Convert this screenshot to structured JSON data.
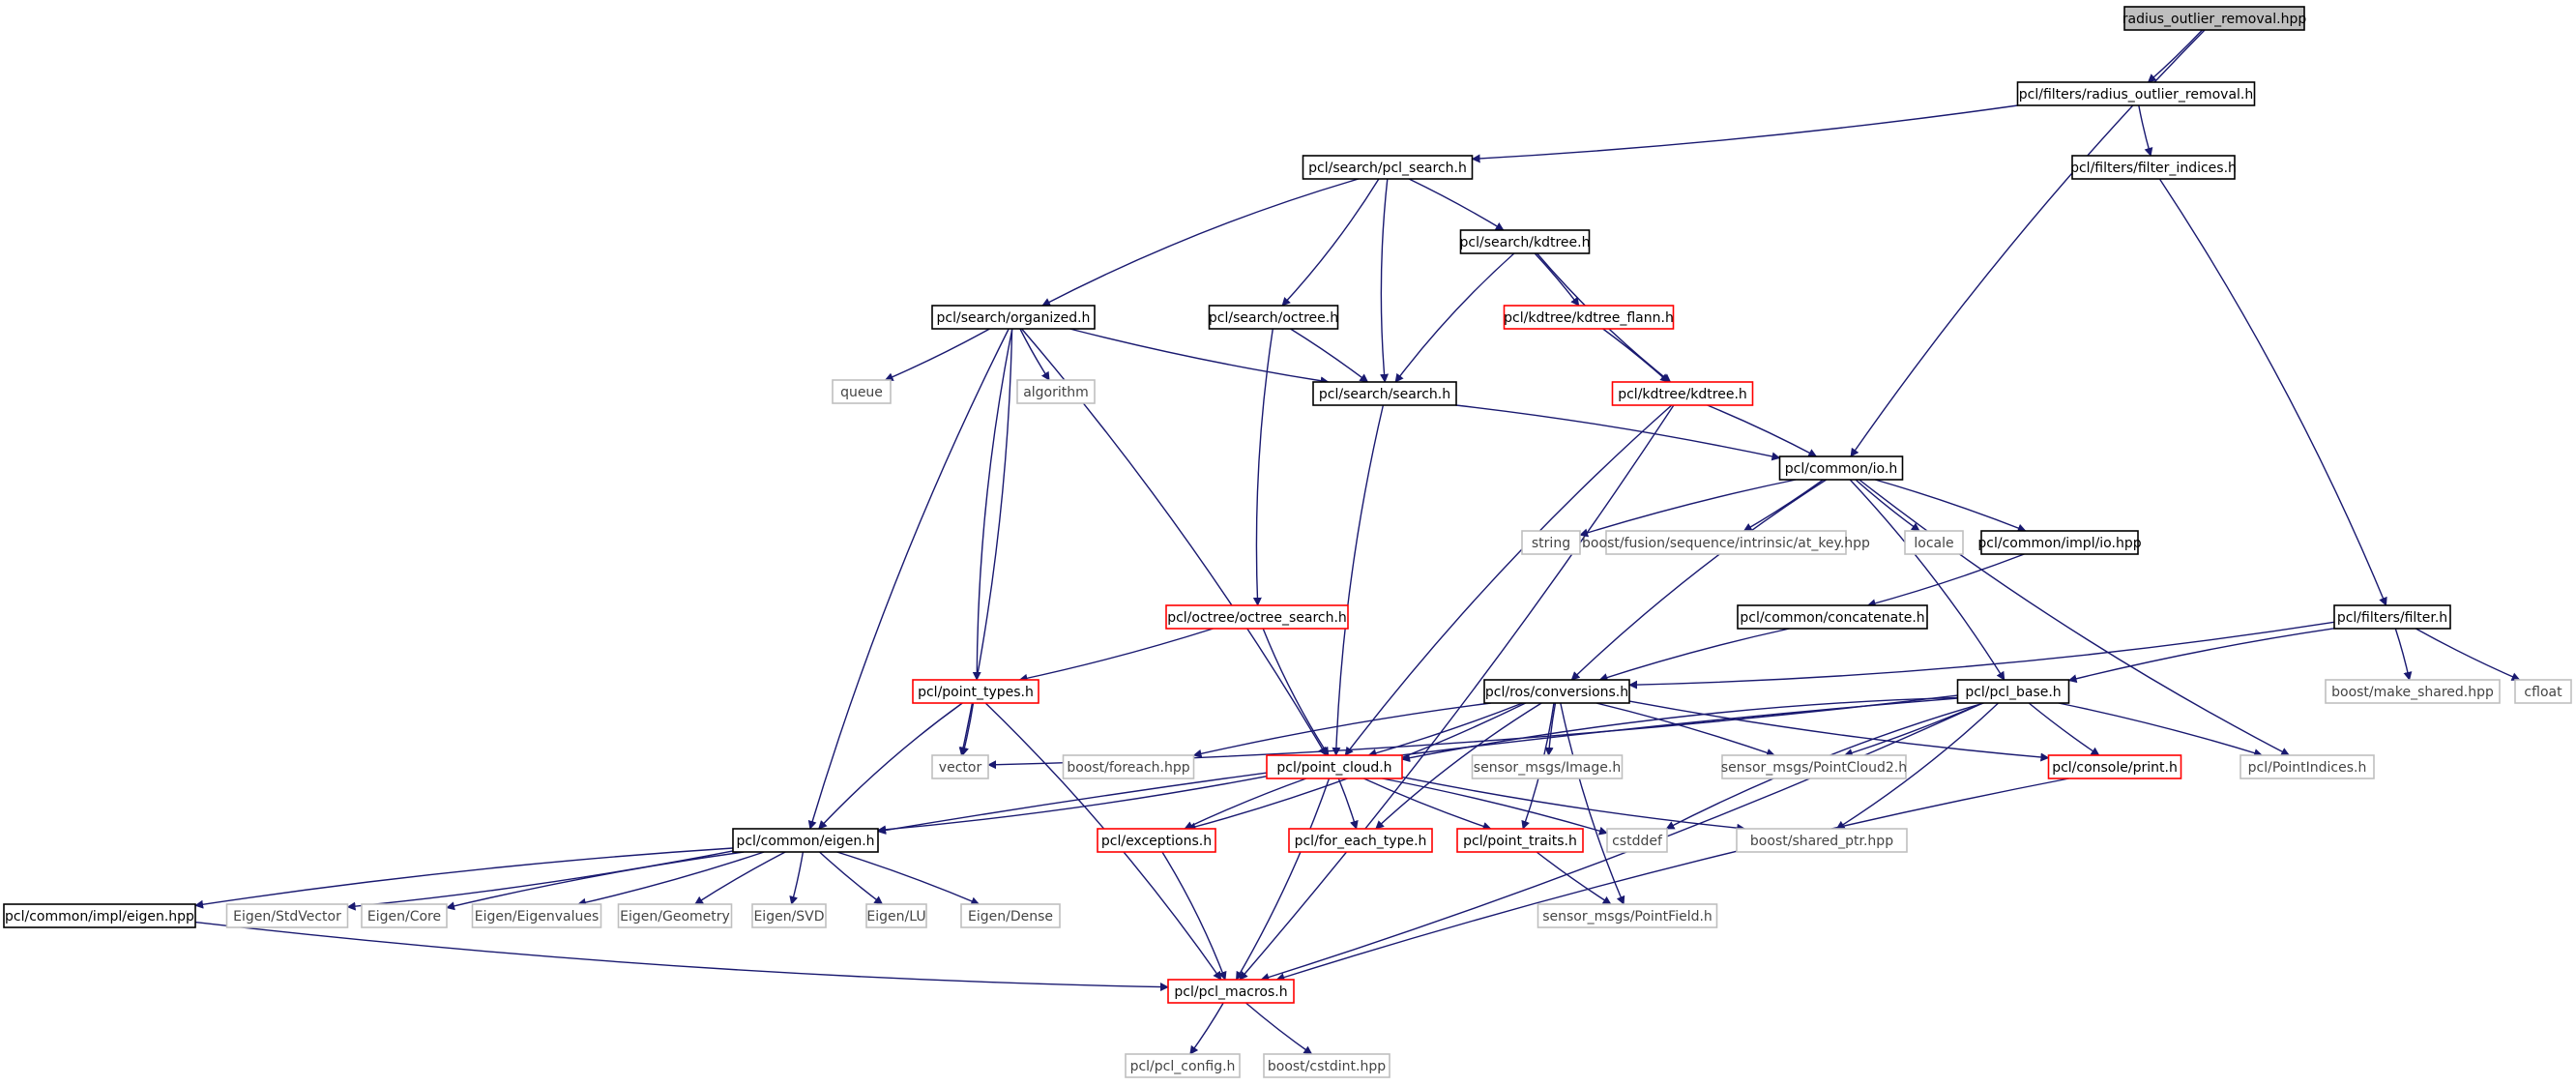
{
  "colors": {
    "edge": "#191970",
    "root_fill": "#bfbfbf",
    "black_border": "#000000",
    "red_border": "#ff0000",
    "grey_border": "#bfbfbf"
  },
  "nodes": [
    {
      "id": "root",
      "label": "radius_outlier_removal.hpp",
      "style": "root"
    },
    {
      "id": "filters_ror",
      "label": "pcl/filters/radius_outlier_removal.h",
      "style": "black"
    },
    {
      "id": "search_pcl_search",
      "label": "pcl/search/pcl_search.h",
      "style": "black"
    },
    {
      "id": "filter_indices",
      "label": "pcl/filters/filter_indices.h",
      "style": "black"
    },
    {
      "id": "kdtree",
      "label": "pcl/search/kdtree.h",
      "style": "black"
    },
    {
      "id": "organized",
      "label": "pcl/search/organized.h",
      "style": "black"
    },
    {
      "id": "search_octree",
      "label": "pcl/search/octree.h",
      "style": "black"
    },
    {
      "id": "kdtree_flann",
      "label": "pcl/kdtree/kdtree_flann.h",
      "style": "red"
    },
    {
      "id": "search_search",
      "label": "pcl/search/search.h",
      "style": "black"
    },
    {
      "id": "kdtree_kdtree",
      "label": "pcl/kdtree/kdtree.h",
      "style": "red"
    },
    {
      "id": "queue",
      "label": "queue",
      "style": "grey"
    },
    {
      "id": "algorithm",
      "label": "algorithm",
      "style": "grey"
    },
    {
      "id": "common_io",
      "label": "pcl/common/io.h",
      "style": "black"
    },
    {
      "id": "string",
      "label": "string",
      "style": "grey"
    },
    {
      "id": "at_key",
      "label": "boost/fusion/sequence/intrinsic/at_key.hpp",
      "style": "grey"
    },
    {
      "id": "locale",
      "label": "locale",
      "style": "grey"
    },
    {
      "id": "impl_io",
      "label": "pcl/common/impl/io.hpp",
      "style": "black"
    },
    {
      "id": "octree_search",
      "label": "pcl/octree/octree_search.h",
      "style": "red"
    },
    {
      "id": "concatenate",
      "label": "pcl/common/concatenate.h",
      "style": "black"
    },
    {
      "id": "filter_h",
      "label": "pcl/filters/filter.h",
      "style": "black"
    },
    {
      "id": "point_types",
      "label": "pcl/point_types.h",
      "style": "red"
    },
    {
      "id": "conversions",
      "label": "pcl/ros/conversions.h",
      "style": "black"
    },
    {
      "id": "pcl_base",
      "label": "pcl/pcl_base.h",
      "style": "black"
    },
    {
      "id": "make_shared",
      "label": "boost/make_shared.hpp",
      "style": "grey"
    },
    {
      "id": "cfloat",
      "label": "cfloat",
      "style": "grey"
    },
    {
      "id": "vector",
      "label": "vector",
      "style": "grey"
    },
    {
      "id": "foreach",
      "label": "boost/foreach.hpp",
      "style": "grey"
    },
    {
      "id": "point_cloud",
      "label": "pcl/point_cloud.h",
      "style": "red"
    },
    {
      "id": "sensor_image",
      "label": "sensor_msgs/Image.h",
      "style": "grey"
    },
    {
      "id": "pointcloud2",
      "label": "sensor_msgs/PointCloud2.h",
      "style": "grey"
    },
    {
      "id": "console_print",
      "label": "pcl/console/print.h",
      "style": "red"
    },
    {
      "id": "point_indices",
      "label": "pcl/PointIndices.h",
      "style": "grey"
    },
    {
      "id": "common_eigen",
      "label": "pcl/common/eigen.h",
      "style": "black"
    },
    {
      "id": "exceptions",
      "label": "pcl/exceptions.h",
      "style": "red"
    },
    {
      "id": "for_each_type",
      "label": "pcl/for_each_type.h",
      "style": "red"
    },
    {
      "id": "point_traits",
      "label": "pcl/point_traits.h",
      "style": "red"
    },
    {
      "id": "cstddef",
      "label": "cstddef",
      "style": "grey"
    },
    {
      "id": "shared_ptr",
      "label": "boost/shared_ptr.hpp",
      "style": "grey"
    },
    {
      "id": "impl_eigen",
      "label": "pcl/common/impl/eigen.hpp",
      "style": "black"
    },
    {
      "id": "eigen_stdvector",
      "label": "Eigen/StdVector",
      "style": "grey"
    },
    {
      "id": "eigen_core",
      "label": "Eigen/Core",
      "style": "grey"
    },
    {
      "id": "eigen_eigenvalues",
      "label": "Eigen/Eigenvalues",
      "style": "grey"
    },
    {
      "id": "eigen_geometry",
      "label": "Eigen/Geometry",
      "style": "grey"
    },
    {
      "id": "eigen_svd",
      "label": "Eigen/SVD",
      "style": "grey"
    },
    {
      "id": "eigen_lu",
      "label": "Eigen/LU",
      "style": "grey"
    },
    {
      "id": "eigen_dense",
      "label": "Eigen/Dense",
      "style": "grey"
    },
    {
      "id": "pointfield",
      "label": "sensor_msgs/PointField.h",
      "style": "grey"
    },
    {
      "id": "pcl_macros",
      "label": "pcl/pcl_macros.h",
      "style": "red"
    },
    {
      "id": "pcl_config",
      "label": "pcl/pcl_config.h",
      "style": "grey"
    },
    {
      "id": "cstdint",
      "label": "boost/cstdint.hpp",
      "style": "grey"
    }
  ],
  "edges": [
    [
      "root",
      "filters_ror"
    ],
    [
      "root",
      "common_io"
    ],
    [
      "filters_ror",
      "search_pcl_search"
    ],
    [
      "filters_ror",
      "filter_indices"
    ],
    [
      "filter_indices",
      "filter_h"
    ],
    [
      "search_pcl_search",
      "organized"
    ],
    [
      "search_pcl_search",
      "search_octree"
    ],
    [
      "search_pcl_search",
      "search_search"
    ],
    [
      "search_pcl_search",
      "kdtree"
    ],
    [
      "kdtree",
      "search_search"
    ],
    [
      "kdtree",
      "kdtree_flann"
    ],
    [
      "kdtree",
      "kdtree_kdtree"
    ],
    [
      "kdtree_flann",
      "kdtree_kdtree"
    ],
    [
      "organized",
      "search_search"
    ],
    [
      "organized",
      "queue"
    ],
    [
      "organized",
      "algorithm"
    ],
    [
      "organized",
      "vector"
    ],
    [
      "organized",
      "point_types"
    ],
    [
      "organized",
      "point_cloud"
    ],
    [
      "organized",
      "common_eigen"
    ],
    [
      "search_octree",
      "search_search"
    ],
    [
      "search_octree",
      "octree_search"
    ],
    [
      "search_search",
      "common_io"
    ],
    [
      "search_search",
      "point_cloud"
    ],
    [
      "kdtree_kdtree",
      "common_io"
    ],
    [
      "kdtree_kdtree",
      "point_cloud"
    ],
    [
      "kdtree_kdtree",
      "pcl_macros"
    ],
    [
      "common_io",
      "string"
    ],
    [
      "common_io",
      "at_key"
    ],
    [
      "common_io",
      "locale"
    ],
    [
      "common_io",
      "impl_io"
    ],
    [
      "common_io",
      "conversions"
    ],
    [
      "common_io",
      "pcl_base"
    ],
    [
      "common_io",
      "point_indices"
    ],
    [
      "impl_io",
      "concatenate"
    ],
    [
      "concatenate",
      "conversions"
    ],
    [
      "octree_search",
      "point_types"
    ],
    [
      "octree_search",
      "point_cloud"
    ],
    [
      "filter_h",
      "conversions"
    ],
    [
      "filter_h",
      "pcl_base"
    ],
    [
      "filter_h",
      "make_shared"
    ],
    [
      "filter_h",
      "cfloat"
    ],
    [
      "point_types",
      "vector"
    ],
    [
      "point_types",
      "common_eigen"
    ],
    [
      "point_types",
      "pcl_macros"
    ],
    [
      "conversions",
      "foreach"
    ],
    [
      "conversions",
      "point_cloud"
    ],
    [
      "conversions",
      "sensor_image"
    ],
    [
      "conversions",
      "pointcloud2"
    ],
    [
      "conversions",
      "console_print"
    ],
    [
      "conversions",
      "exceptions"
    ],
    [
      "conversions",
      "for_each_type"
    ],
    [
      "conversions",
      "point_traits"
    ],
    [
      "conversions",
      "pointfield"
    ],
    [
      "pcl_base",
      "vector"
    ],
    [
      "pcl_base",
      "point_cloud"
    ],
    [
      "pcl_base",
      "pointcloud2"
    ],
    [
      "pcl_base",
      "console_print"
    ],
    [
      "pcl_base",
      "point_indices"
    ],
    [
      "pcl_base",
      "common_eigen"
    ],
    [
      "pcl_base",
      "shared_ptr"
    ],
    [
      "pcl_base",
      "cstddef"
    ],
    [
      "pcl_base",
      "pcl_macros"
    ],
    [
      "console_print",
      "pcl_macros"
    ],
    [
      "point_cloud",
      "common_eigen"
    ],
    [
      "point_cloud",
      "exceptions"
    ],
    [
      "point_cloud",
      "for_each_type"
    ],
    [
      "point_cloud",
      "point_traits"
    ],
    [
      "point_cloud",
      "cstddef"
    ],
    [
      "point_cloud",
      "shared_ptr"
    ],
    [
      "point_cloud",
      "pcl_macros"
    ],
    [
      "point_traits",
      "pointfield"
    ],
    [
      "exceptions",
      "pcl_macros"
    ],
    [
      "common_eigen",
      "impl_eigen"
    ],
    [
      "common_eigen",
      "eigen_stdvector"
    ],
    [
      "common_eigen",
      "eigen_core"
    ],
    [
      "common_eigen",
      "eigen_eigenvalues"
    ],
    [
      "common_eigen",
      "eigen_geometry"
    ],
    [
      "common_eigen",
      "eigen_svd"
    ],
    [
      "common_eigen",
      "eigen_lu"
    ],
    [
      "common_eigen",
      "eigen_dense"
    ],
    [
      "impl_eigen",
      "pcl_macros"
    ],
    [
      "pcl_macros",
      "pcl_config"
    ],
    [
      "pcl_macros",
      "cstdint"
    ]
  ]
}
